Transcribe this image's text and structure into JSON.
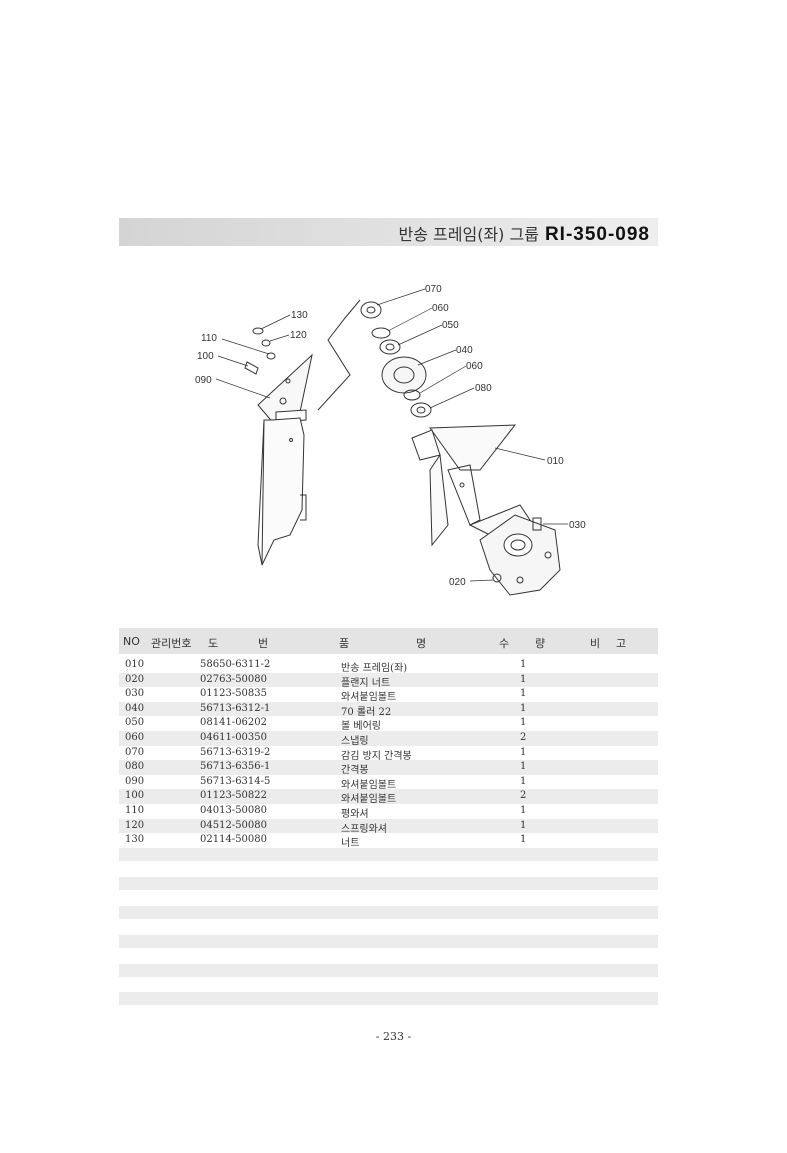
{
  "title": {
    "group_name": "반송 프레임(좌) 그룹",
    "code": "RI-350-098"
  },
  "diagram": {
    "callouts": [
      "070",
      "060",
      "050",
      "040",
      "060",
      "080",
      "010",
      "030",
      "020",
      "130",
      "120",
      "110",
      "100",
      "090"
    ]
  },
  "table": {
    "headers": {
      "no": "NO",
      "mgmt": "관리번호",
      "drawing_1": "도",
      "drawing_2": "번",
      "name_1": "품",
      "name_2": "명",
      "qty_1": "수",
      "qty_2": "량",
      "remark_1": "비",
      "remark_2": "고"
    },
    "rows": [
      {
        "no": "010",
        "drawing": "58650-6311-2",
        "name": "반송 프레임(좌)",
        "qty": "1"
      },
      {
        "no": "020",
        "drawing": "02763-50080",
        "name": "플랜지 너트",
        "qty": "1"
      },
      {
        "no": "030",
        "drawing": "01123-50835",
        "name": "와셔붙임볼트",
        "qty": "1"
      },
      {
        "no": "040",
        "drawing": "56713-6312-1",
        "name": "70 롤러 22",
        "qty": "1"
      },
      {
        "no": "050",
        "drawing": "08141-06202",
        "name": "볼 베어링",
        "qty": "1"
      },
      {
        "no": "060",
        "drawing": "04611-00350",
        "name": "스냅링",
        "qty": "2"
      },
      {
        "no": "070",
        "drawing": "56713-6319-2",
        "name": "감김 방지 간격봉",
        "qty": "1"
      },
      {
        "no": "080",
        "drawing": "56713-6356-1",
        "name": "간격봉",
        "qty": "1"
      },
      {
        "no": "090",
        "drawing": "56713-6314-5",
        "name": "와셔붙임볼트",
        "qty": "1"
      },
      {
        "no": "100",
        "drawing": "01123-50822",
        "name": "와셔붙임볼트",
        "qty": "2"
      },
      {
        "no": "110",
        "drawing": "04013-50080",
        "name": "평와셔",
        "qty": "1"
      },
      {
        "no": "120",
        "drawing": "04512-50080",
        "name": "스프링와셔",
        "qty": "1"
      },
      {
        "no": "130",
        "drawing": "02114-50080",
        "name": "너트",
        "qty": "1"
      }
    ]
  },
  "footer": {
    "page_number": "- 233 -"
  }
}
